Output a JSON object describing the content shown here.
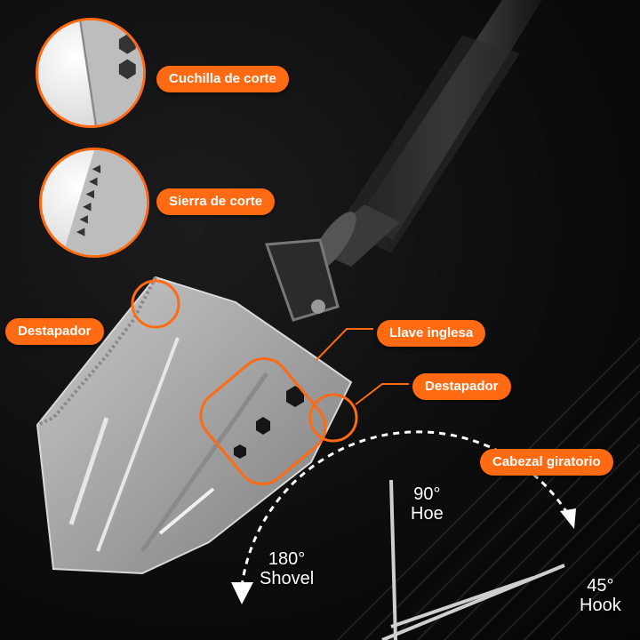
{
  "labels": {
    "cutting_blade": "Cuchilla de corte",
    "cutting_saw": "Sierra de corte",
    "bottle_opener_left": "Destapador",
    "wrench": "Llave inglesa",
    "bottle_opener_right": "Destapador",
    "rotating_head": "Cabezal giratorio"
  },
  "angles": {
    "shovel": {
      "degrees": "180°",
      "name": "Shovel"
    },
    "hoe": {
      "degrees": "90°",
      "name": "Hoe"
    },
    "hook": {
      "degrees": "45°",
      "name": "Hook"
    }
  },
  "colors": {
    "accent": "#ff6a13",
    "background": "#0b0b0c",
    "blade": "#a9a9a9"
  }
}
